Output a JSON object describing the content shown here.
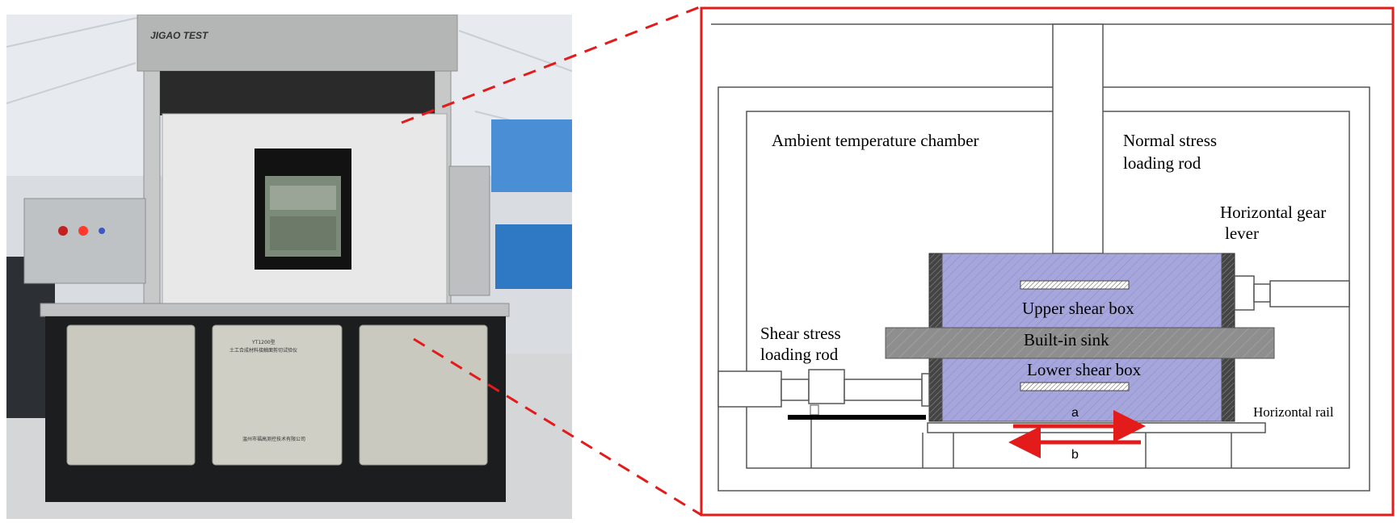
{
  "photo": {
    "brand_text": "JIGAO TEST",
    "panel_model_text": "YT1200型",
    "panel_line1_text": "土工合成材料接触面剪切试验仪",
    "panel_maker_text": "温州市福高测控技术有限公司"
  },
  "diagram": {
    "labels": {
      "ambient_chamber": "Ambient temperature chamber",
      "normal_rod_line1": "Normal stress",
      "normal_rod_line2": "loading rod",
      "gear_lever_line1": "Horizontal gear",
      "gear_lever_line2": "lever",
      "upper_box": "Upper shear box",
      "sink": "Built-in sink",
      "lower_box": "Lower shear box",
      "shear_rod_line1": "Shear stress",
      "shear_rod_line2": "loading rod",
      "rail": "Horizontal rail",
      "arrow_a": "a",
      "arrow_b": "b"
    },
    "colors": {
      "frame_red": "#e31b1b",
      "box_fill": "#a6a6dc",
      "sink_fill": "#8a8a8a",
      "arrow_red": "#e31b1b"
    }
  }
}
